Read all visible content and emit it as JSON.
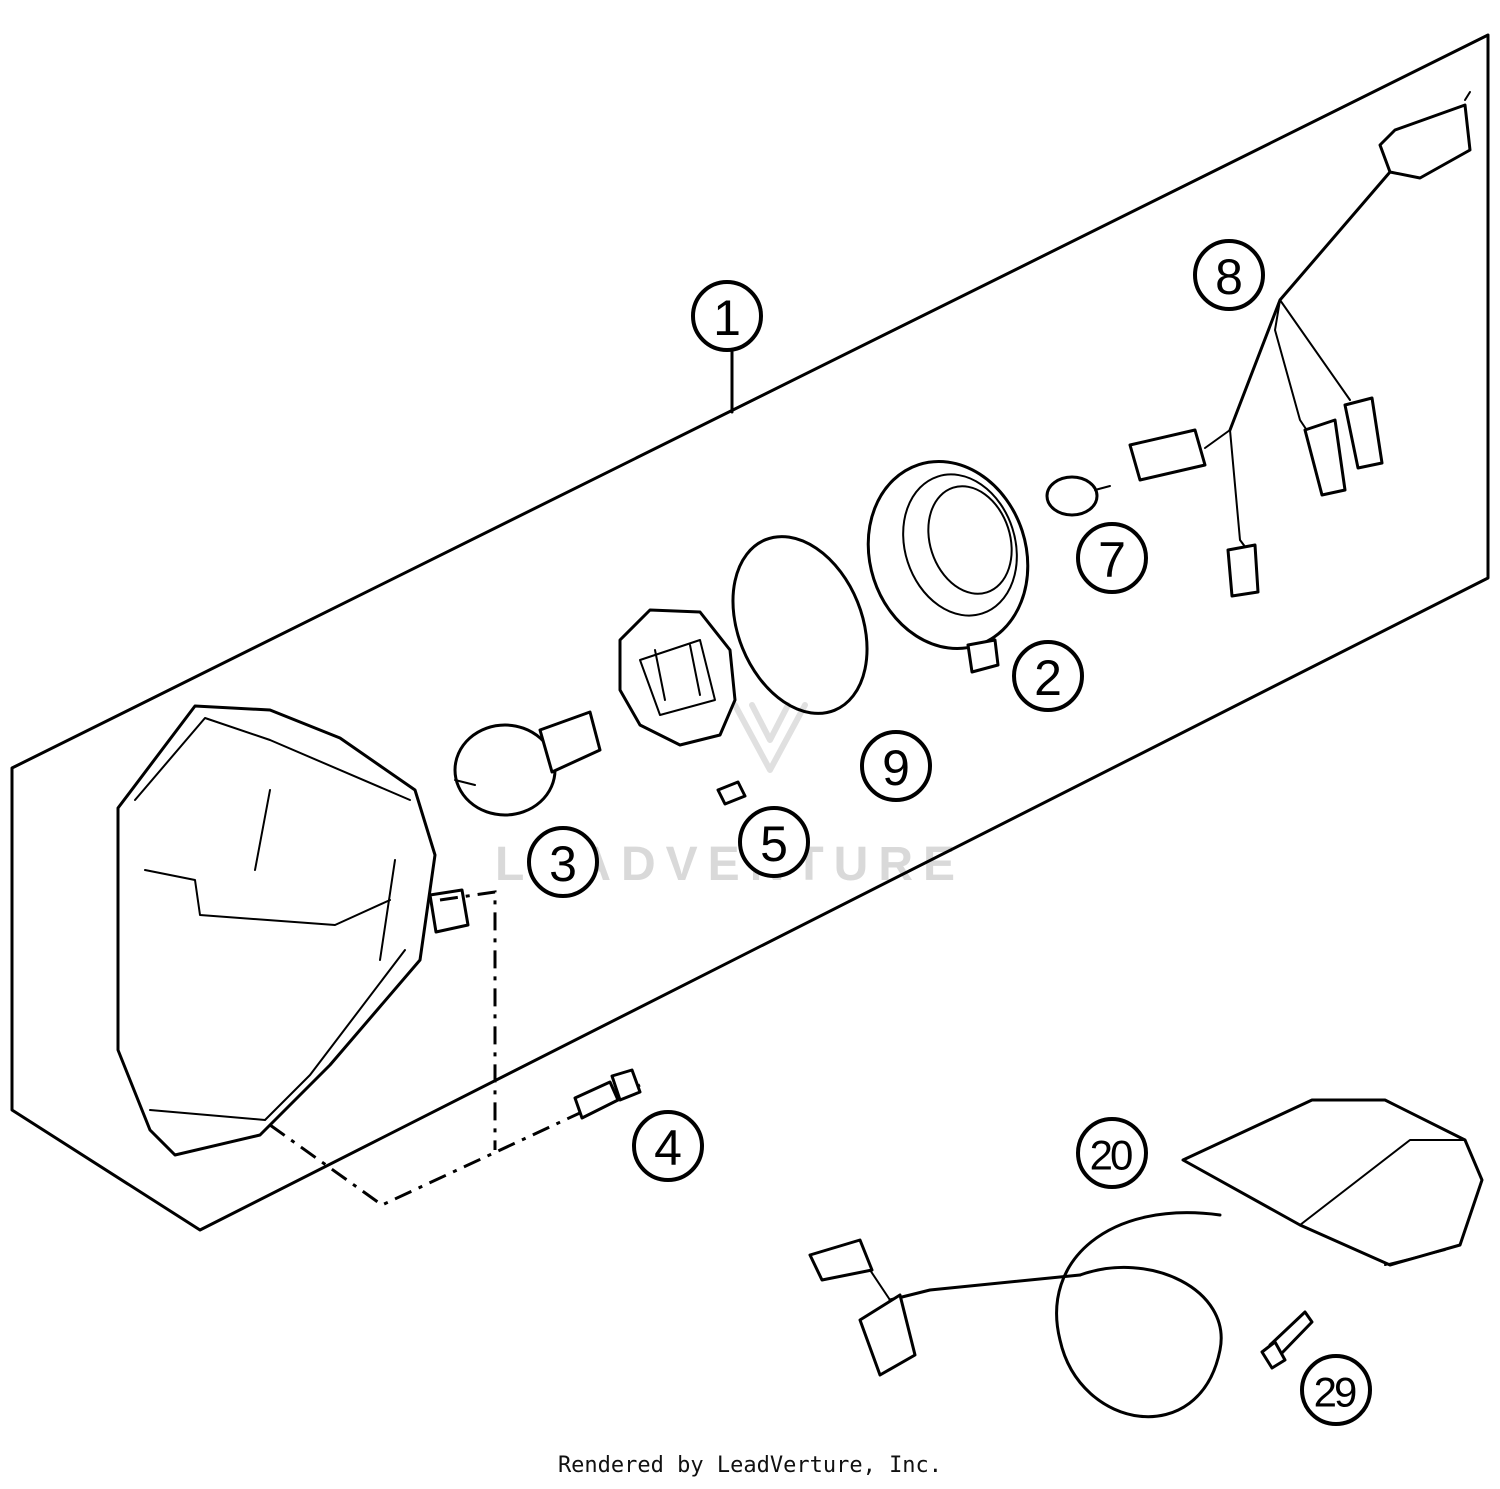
{
  "callouts": [
    {
      "id": "1",
      "label": "1"
    },
    {
      "id": "2",
      "label": "2"
    },
    {
      "id": "3",
      "label": "3"
    },
    {
      "id": "4",
      "label": "4"
    },
    {
      "id": "5",
      "label": "5"
    },
    {
      "id": "7",
      "label": "7"
    },
    {
      "id": "8",
      "label": "8"
    },
    {
      "id": "9",
      "label": "9"
    },
    {
      "id": "20",
      "label": "20"
    },
    {
      "id": "29",
      "label": "29"
    }
  ],
  "watermark": "LEADVENTURE",
  "footer": "Rendered by LeadVerture, Inc.",
  "colors": {
    "line": "#000000",
    "background": "#ffffff",
    "watermark": "#d9d9d9"
  }
}
